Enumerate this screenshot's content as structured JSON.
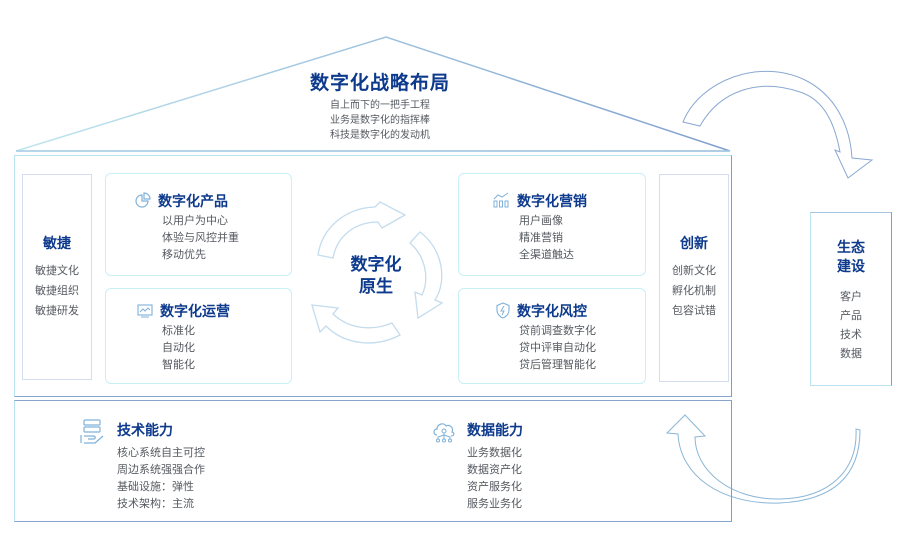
{
  "roof": {
    "title": "数字化战略布局",
    "lines": [
      "自上而下的一把手工程",
      "业务是数字化的指挥棒",
      "科技是数字化的发动机"
    ]
  },
  "left_pillar": {
    "title": "敏捷",
    "items": [
      "敏捷文化",
      "敏捷组织",
      "敏捷研发"
    ]
  },
  "right_pillar": {
    "title": "创新",
    "items": [
      "创新文化",
      "孵化机制",
      "包容试错"
    ]
  },
  "cards": {
    "product": {
      "icon": "pie-chart-icon",
      "title": "数字化产品",
      "items": [
        "以用户为中心",
        "体验与风控并重",
        "移动优先"
      ]
    },
    "operation": {
      "icon": "monitor-chart-icon",
      "title": "数字化运营",
      "items": [
        "标准化",
        "自动化",
        "智能化"
      ]
    },
    "marketing": {
      "icon": "bar-trend-icon",
      "title": "数字化营销",
      "items": [
        "用户画像",
        "精准营销",
        "全渠道触达"
      ]
    },
    "risk": {
      "icon": "shield-bolt-icon",
      "title": "数字化风控",
      "items": [
        "贷前调查数字化",
        "贷中评审自动化",
        "贷后管理智能化"
      ]
    }
  },
  "center": {
    "line1": "数字化",
    "line2": "原生"
  },
  "base": {
    "tech": {
      "icon": "server-hand-icon",
      "title": "技术能力",
      "items": [
        "核心系统自主可控",
        "周边系统强强合作",
        "基础设施：弹性",
        "技术架构：主流"
      ]
    },
    "data": {
      "icon": "cloud-network-icon",
      "title": "数据能力",
      "items": [
        "业务数据化",
        "数据资产化",
        "资产服务化",
        "服务业务化"
      ]
    }
  },
  "ecosystem": {
    "title_line1": "生态",
    "title_line2": "建设",
    "items": [
      "客户",
      "产品",
      "技术",
      "数据"
    ]
  },
  "colors": {
    "title_blue": "#0d3a8c",
    "text_gray": "#555a60",
    "border_light": "#b9e3ee",
    "border_dark": "#7d9cc9"
  }
}
